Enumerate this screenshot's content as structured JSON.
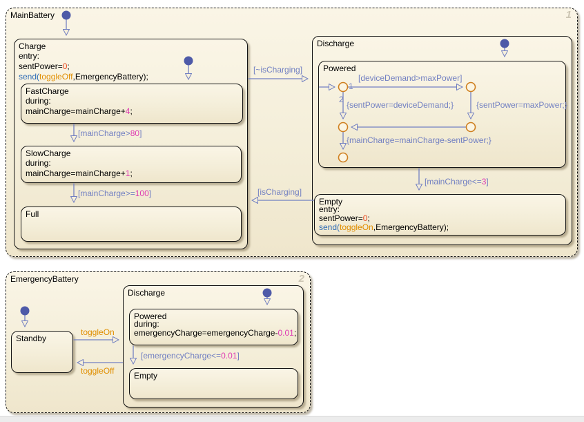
{
  "colors": {
    "transition_blue": "#7280c2",
    "default_dot_blue": "#4e5aa8",
    "junction_orange": "#cf7f1f",
    "number_magenta": "#de3bb2",
    "zero_red_orange": "#e8491f",
    "event_orange": "#e08e00",
    "function_blue": "#2d6bb5",
    "state_fill": "#f6efdb"
  },
  "main": {
    "title": "MainBattery",
    "badge": "1",
    "charge": {
      "title": "Charge",
      "lines": [
        [
          {
            "t": "entry:",
            "c": "t"
          }
        ],
        [
          {
            "t": "sentPower=",
            "c": "t"
          },
          {
            "t": "0",
            "c": "z"
          },
          {
            "t": ";",
            "c": "t"
          }
        ],
        [
          {
            "t": "send(",
            "c": "f"
          },
          {
            "t": "toggleOff",
            "c": "e"
          },
          {
            "t": ",EmergencyBattery);",
            "c": "t"
          }
        ]
      ]
    },
    "fast_charge": {
      "title": "FastCharge",
      "lines": [
        [
          {
            "t": "during:",
            "c": "t"
          }
        ],
        [
          {
            "t": "mainCharge=mainCharge+",
            "c": "t"
          },
          {
            "t": "4",
            "c": "n"
          },
          {
            "t": ";",
            "c": "t"
          }
        ]
      ]
    },
    "slow_charge": {
      "title": "SlowCharge",
      "lines": [
        [
          {
            "t": "during:",
            "c": "t"
          }
        ],
        [
          {
            "t": "mainCharge=mainCharge+",
            "c": "t"
          },
          {
            "t": "1",
            "c": "n"
          },
          {
            "t": ";",
            "c": "t"
          }
        ]
      ]
    },
    "full": {
      "title": "Full"
    },
    "discharge": {
      "title": "Discharge"
    },
    "powered": {
      "title": "Powered",
      "j1_order": "1",
      "j2_order": "2",
      "t_demand": [
        {
          "t": "[deviceDemand>maxPower]",
          "c": "t"
        }
      ],
      "a_demand": [
        {
          "t": "{sentPower=deviceDemand;}",
          "c": "t"
        }
      ],
      "a_max": [
        {
          "t": "{sentPower=maxPower;}",
          "c": "t"
        }
      ],
      "a_drain": [
        {
          "t": "{mainCharge=mainCharge-sentPower;}",
          "c": "t"
        }
      ]
    },
    "empty": {
      "title": "Empty",
      "lines": [
        [
          {
            "t": "entry:",
            "c": "t"
          }
        ],
        [
          {
            "t": "sentPower=",
            "c": "t"
          },
          {
            "t": "0",
            "c": "z"
          },
          {
            "t": ";",
            "c": "t"
          }
        ],
        [
          {
            "t": "send(",
            "c": "f"
          },
          {
            "t": "toggleOn",
            "c": "e"
          },
          {
            "t": ",EmergencyBattery);",
            "c": "t"
          }
        ]
      ]
    },
    "t_fast_slow": [
      {
        "t": "[mainCharge>",
        "c": "t"
      },
      {
        "t": "80",
        "c": "n"
      },
      {
        "t": "]",
        "c": "t"
      }
    ],
    "t_slow_full": [
      {
        "t": "[mainCharge>=",
        "c": "t"
      },
      {
        "t": "100",
        "c": "n"
      },
      {
        "t": "]",
        "c": "t"
      }
    ],
    "t_not_charging": [
      {
        "t": "[~isCharging]",
        "c": "t"
      }
    ],
    "t_charging": [
      {
        "t": "[isCharging]",
        "c": "t"
      }
    ],
    "t_low": [
      {
        "t": "[mainCharge<=",
        "c": "t"
      },
      {
        "t": "3",
        "c": "n"
      },
      {
        "t": "]",
        "c": "t"
      }
    ]
  },
  "emergency": {
    "title": "EmergencyBattery",
    "badge": "2",
    "standby": {
      "title": "Standby"
    },
    "discharge": {
      "title": "Discharge"
    },
    "powered": {
      "title": "Powered",
      "lines": [
        [
          {
            "t": "during:",
            "c": "t"
          }
        ],
        [
          {
            "t": "emergencyCharge=emergencyCharge-",
            "c": "t"
          },
          {
            "t": "0.01",
            "c": "n"
          },
          {
            "t": ";",
            "c": "t"
          }
        ]
      ]
    },
    "empty": {
      "title": "Empty"
    },
    "t_on": "toggleOn",
    "t_off": "toggleOff",
    "t_empty": [
      {
        "t": "[emergencyCharge<=",
        "c": "t"
      },
      {
        "t": "0.01",
        "c": "n"
      },
      {
        "t": "]",
        "c": "t"
      }
    ]
  }
}
